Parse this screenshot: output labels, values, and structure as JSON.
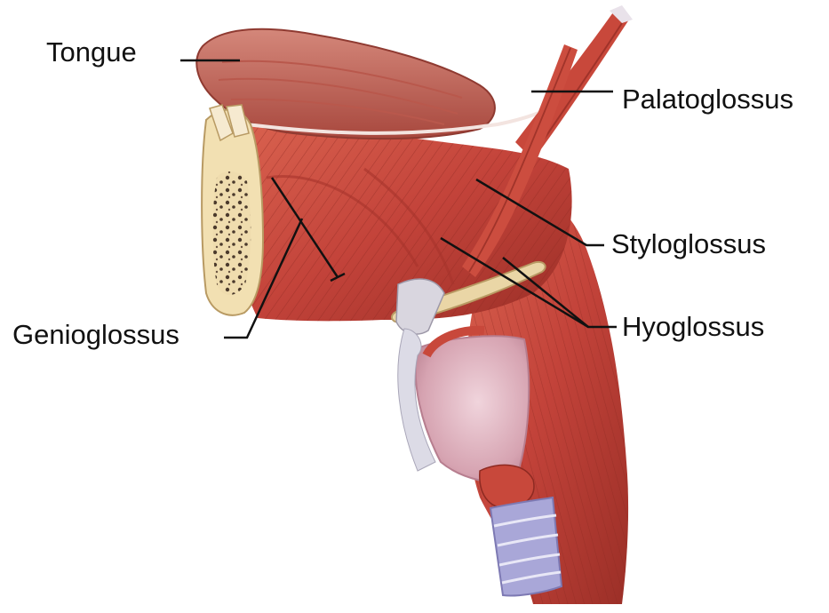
{
  "labels": {
    "tongue": "Tongue",
    "palatoglossus": "Palatoglossus",
    "styloglossus": "Styloglossus",
    "hyoglossus": "Hyoglossus",
    "genioglossus": "Genioglossus"
  },
  "colors": {
    "muscle": "#c8483b",
    "muscle_dark": "#8e2a22",
    "muscle_light": "#e07a68",
    "tongue_top": "#c66a5c",
    "bone": "#f1dfb3",
    "bone_spongy": "#ead7a2",
    "cartilage": "#d8a8b4",
    "cartilage_ring": "#a8a6d6",
    "hyoid": "#e7d3a8",
    "tendon": "#d9d6df",
    "leader": "#111111"
  }
}
